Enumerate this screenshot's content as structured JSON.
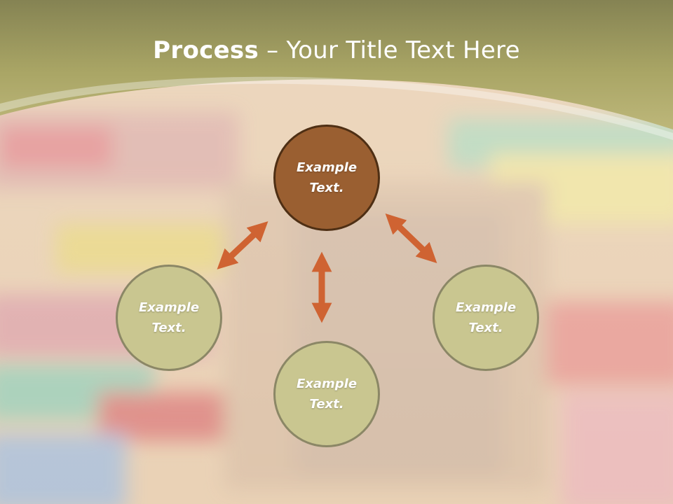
{
  "slide": {
    "title_bold": "Process",
    "title_rest": " – Your Title Text Here"
  },
  "nodes": {
    "top": "Example Text.",
    "left": "Example Text.",
    "bottom": "Example Text.",
    "right": "Example Text."
  },
  "colors": {
    "header_band": "#a8a460",
    "center_fill": "#9a5f31",
    "outer_fill": "#c9c690",
    "arrow": "#cf6332"
  }
}
